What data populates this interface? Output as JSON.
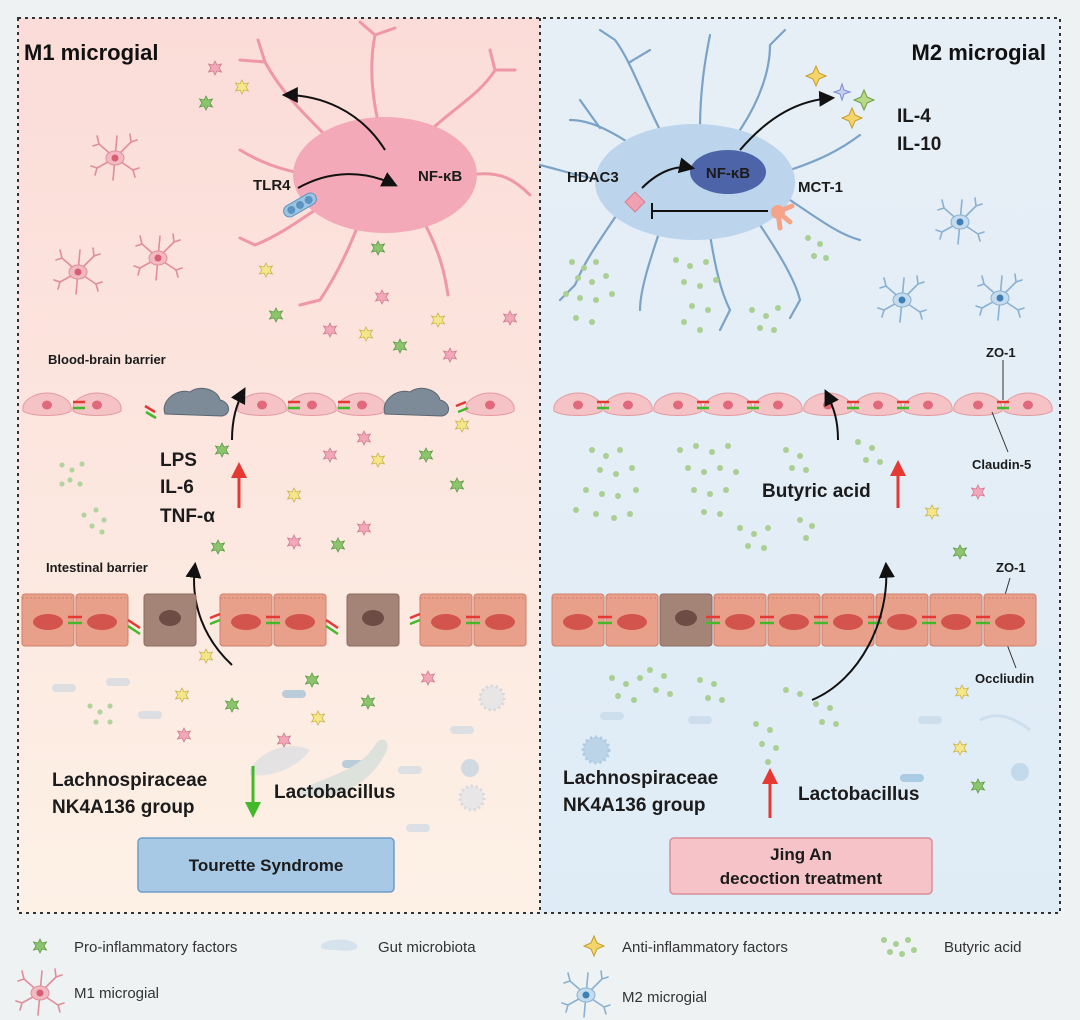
{
  "left_panel": {
    "title": "M1 microgial",
    "tlr4": "TLR4",
    "nfkb": "NF-κB",
    "bbb": "Blood-brain barrier",
    "lps": "LPS",
    "il6": "IL-6",
    "tnfa": "TNF-α",
    "intestinal": "Intestinal barrier",
    "lach1": "Lachnospiraceae",
    "lach2": "NK4A136 group",
    "lacto": "Lactobacillus",
    "box": "Tourette Syndrome"
  },
  "right_panel": {
    "title": "M2 microgial",
    "hdac3": "HDAC3",
    "nfkb": "NF-κB",
    "mct1": "MCT-1",
    "il4": "IL-4",
    "il10": "IL-10",
    "zo1_top": "ZO-1",
    "claudin": "Claudin-5",
    "butyric": "Butyric acid",
    "zo1_bottom": "ZO-1",
    "occludin": "Occliudin",
    "lach1": "Lachnospiraceae",
    "lach2": "NK4A136 group",
    "lacto": "Lactobacillus",
    "box1": "Jing An",
    "box2": "decoction treatment"
  },
  "legend": {
    "pro": "Pro-inflammatory factors",
    "gut": "Gut microbiota",
    "anti": "Anti-inflammatory factors",
    "butyric": "Butyric acid",
    "m1": "M1 microgial",
    "m2": "M2 microgial"
  },
  "colors": {
    "left_bg": "#fbe0dc",
    "right_bg": "#e0ebf3",
    "m1_cell": "#f0a7b3",
    "m2_cell": "#b9d3e9",
    "bbb_cell": "#f5c1c3",
    "gut_cell": "#e59a85",
    "pro_factor": "#8cc56d",
    "butyric": "#a3cc8f",
    "up_arrow": "#e53935",
    "down_arrow": "#43b929",
    "ts_box": "#9fc5e4",
    "ja_box": "#f6bfc3"
  }
}
